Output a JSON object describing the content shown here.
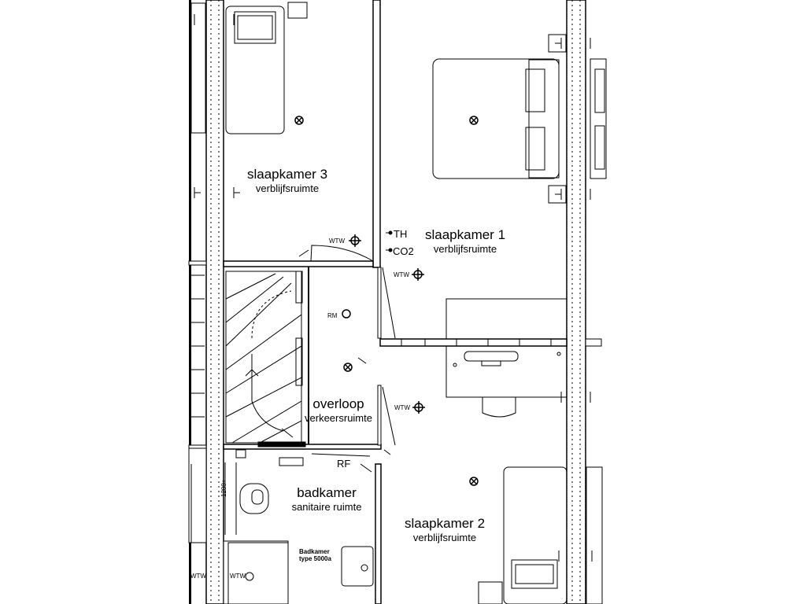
{
  "rooms": {
    "slaapkamer3": {
      "name": "slaapkamer 3",
      "use": "verblijfsruimte"
    },
    "slaapkamer1": {
      "name": "slaapkamer 1",
      "use": "verblijfsruimte"
    },
    "overloop": {
      "name": "overloop",
      "use": "verkeersruimte"
    },
    "badkamer": {
      "name": "badkamer",
      "use": "sanitaire ruimte"
    },
    "slaapkamer2": {
      "name": "slaapkamer 2",
      "use": "verblijfsruimte"
    }
  },
  "symbols": {
    "wtw": "WTW",
    "th": "TH",
    "co2": "CO2",
    "rm": "RM",
    "rf": "RF",
    "dim_1200": "1200+",
    "badkamer_type_line1": "Badkamer",
    "badkamer_type_line2": "type 5000a"
  },
  "colors": {
    "line": "#000000",
    "background": "#ffffff"
  }
}
